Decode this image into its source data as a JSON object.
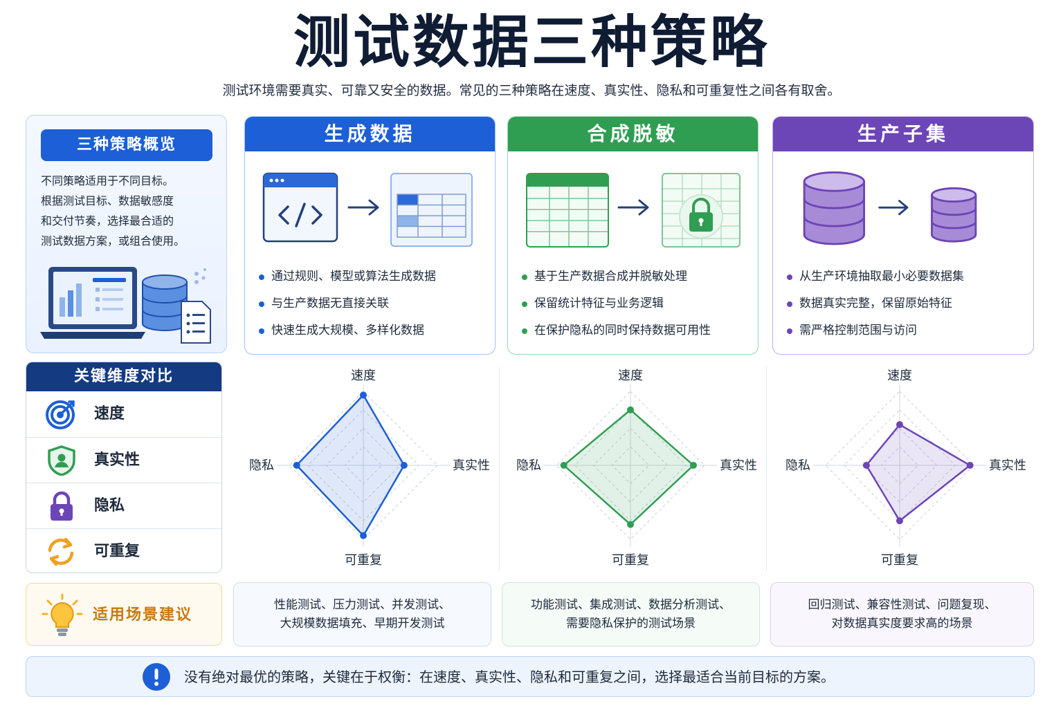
{
  "title": "测试数据三种策略",
  "subtitle": "测试环境需要真实、可靠又安全的数据。常见的三种策略在速度、真实性、隐私和可重复性之间各有取舍。",
  "overview": {
    "heading": "三种策略概览",
    "lines": [
      "不同策略适用于不同目标。",
      "根据测试目标、数据敏感度",
      "和交付节奏，选择最合适的",
      "测试数据方案，或组合使用。"
    ],
    "illustration": [
      "laptop-chart-icon",
      "database-icon",
      "document-icon"
    ]
  },
  "strategies": [
    {
      "title": "生成数据",
      "color": "#1c5fd6",
      "illustration": [
        "code-window-icon",
        "arrow-right-icon",
        "table-grid-icon"
      ],
      "bullets": [
        "通过规则、模型或算法生成数据",
        "与生产数据无直接关联",
        "快速生成大规模、多样化数据"
      ],
      "use_lines": [
        "性能测试、压力测试、并发测试、",
        "大规模数据填充、早期开发测试"
      ]
    },
    {
      "title": "合成脱敏",
      "color": "#2f9e52",
      "illustration": [
        "spreadsheet-icon",
        "arrow-right-icon",
        "locked-spreadsheet-icon"
      ],
      "bullets": [
        "基于生产数据合成并脱敏处理",
        "保留统计特征与业务逻辑",
        "在保护隐私的同时保持数据可用性"
      ],
      "use_lines": [
        "功能测试、集成测试、数据分析测试、",
        "需要隐私保护的测试场景"
      ]
    },
    {
      "title": "生产子集",
      "color": "#6c45b7",
      "illustration": [
        "large-database-icon",
        "arrow-right-icon",
        "small-database-icon"
      ],
      "bullets": [
        "从生产环境抽取最小必要数据集",
        "数据真实完整，保留原始特征",
        "需严格控制范围与访问"
      ],
      "use_lines": [
        "回归测试、兼容性测试、问题复现、",
        "对数据真实度要求高的场景"
      ]
    }
  ],
  "dimensions": {
    "heading": "关键维度对比",
    "items": [
      {
        "label": "速度",
        "icon": "target-icon",
        "color": "#1c5fd6"
      },
      {
        "label": "真实性",
        "icon": "shield-user-icon",
        "color": "#2f9e52"
      },
      {
        "label": "隐私",
        "icon": "padlock-icon",
        "color": "#6c45b7"
      },
      {
        "label": "可重复",
        "icon": "refresh-icon",
        "color": "#f0a020"
      }
    ]
  },
  "radar_axes": {
    "top": "速度",
    "right": "真实性",
    "bottom": "可重复",
    "left": "隐私"
  },
  "chart_data": [
    {
      "type": "radar",
      "series": [
        {
          "values": {
            "speed": 0.95,
            "realism": 0.55,
            "privacy": 0.9,
            "repeatable": 0.95
          }
        }
      ],
      "range": [
        0,
        1
      ],
      "color": "#1c5fd6"
    },
    {
      "type": "radar",
      "series": [
        {
          "values": {
            "speed": 0.75,
            "realism": 0.85,
            "privacy": 0.9,
            "repeatable": 0.8
          }
        }
      ],
      "range": [
        0,
        1
      ],
      "color": "#2f9e52"
    },
    {
      "type": "radar",
      "series": [
        {
          "values": {
            "speed": 0.55,
            "realism": 0.95,
            "privacy": 0.45,
            "repeatable": 0.75
          }
        }
      ],
      "range": [
        0,
        1
      ],
      "color": "#6c45b7"
    }
  ],
  "scenario_label": "适用场景建议",
  "footer": "没有绝对最优的策略，关键在于权衡：在速度、真实性、隐私和可重复之间，选择最适合当前目标的方案。"
}
